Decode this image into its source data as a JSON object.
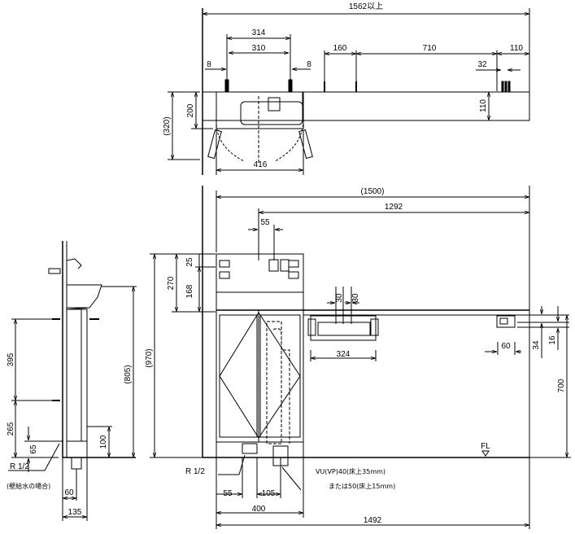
{
  "top_view": {
    "overall_width": "1562以上",
    "dim_314": "314",
    "dim_310": "310",
    "dim_8_left": "8",
    "dim_8_right": "8",
    "dim_160": "160",
    "dim_710": "710",
    "dim_110_top": "110",
    "dim_32": "32",
    "dim_320": "(320)",
    "dim_200": "200",
    "dim_110_side": "110",
    "dim_416": "416"
  },
  "front_view": {
    "dim_1500": "(1500)",
    "dim_1292": "1292",
    "dim_55_top": "55",
    "dim_25": "25",
    "dim_270": "270",
    "dim_168": "168",
    "dim_970": "(970)",
    "dim_30_a": "30",
    "dim_30_b": "30",
    "dim_324": "324",
    "dim_60": "60",
    "dim_34": "34",
    "dim_16": "16",
    "dim_700": "700",
    "fl_label": "FL",
    "r12_label": "R 1/2",
    "drain_label_1": "VU(VP)40(床上35mm)",
    "drain_label_2": "または50(床上15mm)",
    "dim_55_bottom": "55",
    "dim_105": "105",
    "dim_400": "400",
    "dim_1492": "1492"
  },
  "side_view": {
    "dim_395": "395",
    "dim_265": "265",
    "dim_65": "65",
    "dim_805": "(805)",
    "dim_100": "100",
    "r12_label": "R 1/2",
    "note": "(壁給水の場合)",
    "dim_60": "60",
    "dim_135": "135"
  }
}
